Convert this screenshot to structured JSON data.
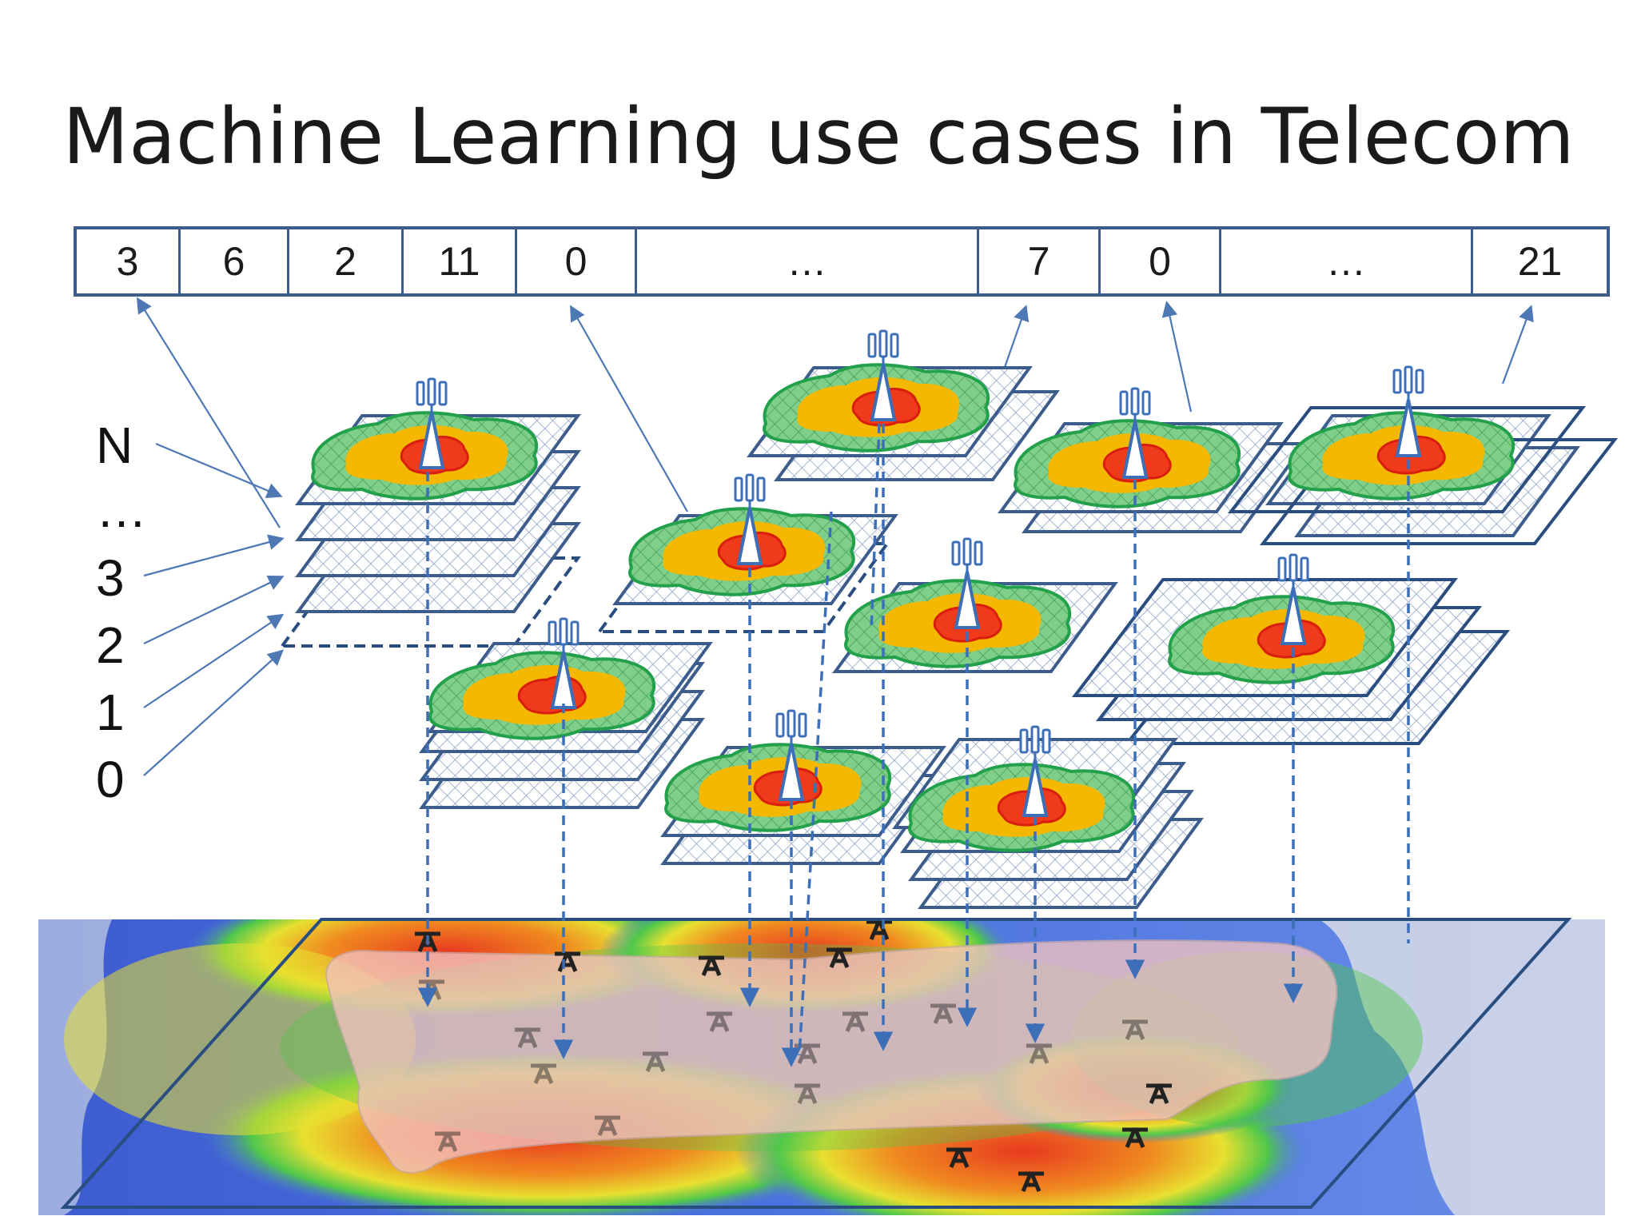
{
  "title": "Machine Learning use cases in Telecom",
  "vector": {
    "cells": [
      "3",
      "6",
      "2",
      "11",
      "0",
      "…",
      "7",
      "0",
      "…",
      "21"
    ]
  },
  "layers": [
    "N",
    "…",
    "3",
    "2",
    "1",
    "0"
  ],
  "colors": {
    "grid": "#3c5c8c",
    "coverage_outer": "#2faa4a",
    "coverage_mid": "#f5b800",
    "coverage_core": "#ef3a1c",
    "tower": "#3d6fb8"
  }
}
